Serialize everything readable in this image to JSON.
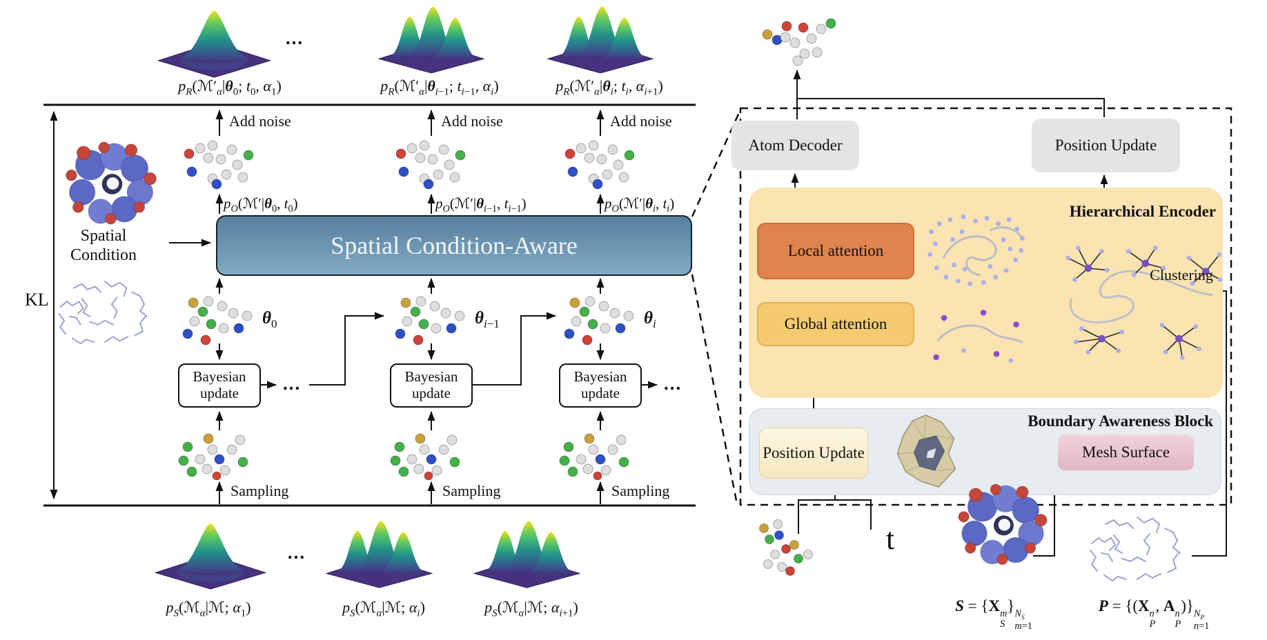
{
  "left_panel": {
    "kl_label": "KL",
    "spatial_condition_label": "Spatial Condition",
    "core_block_label": "Spatial Condition-Aware",
    "add_noise_label": "Add noise",
    "sampling_label": "Sampling",
    "bayesian_update_label": "Bayesian update",
    "ellipsis": "...",
    "top_formulas": [
      "<i>p<sub>R</sub></i>(ℳ′<sub><i>α</i></sub>|<b><i>θ</i></b><sub>0</sub>; <i>t</i><sub>0</sub>, <i>α</i><sub>1</sub>)",
      "<i>p<sub>R</sub></i>(ℳ′<sub><i>α</i></sub>|<b><i>θ</i></b><sub><i>i</i>−1</sub>; <i>t</i><sub><i>i</i>−1</sub>, <i>α<sub>i</sub></i>)",
      "<i>p<sub>R</sub></i>(ℳ′<sub><i>α</i></sub>|<b><i>θ</i></b><sub><i>i</i></sub>; <i>t<sub>i</sub></i>, <i>α</i><sub><i>i</i>+1</sub>)"
    ],
    "observation_formulas": [
      "<i>p<sub>O</sub></i>(ℳ′|<b><i>θ</i></b><sub>0</sub>, <i>t</i><sub>0</sub>)",
      "<i>p<sub>O</sub></i>(ℳ′|<b><i>θ</i></b><sub><i>i</i>−1</sub>, <i>t</i><sub><i>i</i>−1</sub>)",
      "<i>p<sub>O</sub></i>(ℳ′|<b><i>θ</i></b><sub><i>i</i></sub>, <i>t<sub>i</sub></i>)"
    ],
    "theta_labels": [
      "<b><i>θ</i></b><sub>0</sub>",
      "<b><i>θ</i></b><sub><i>i</i>−1</sub>",
      "<b><i>θ</i></b><sub><i>i</i></sub>"
    ],
    "sampler_formulas": [
      "<i>p<sub>S</sub></i>(ℳ<sub><i>α</i></sub>|ℳ; <i>α</i><sub>1</sub>)",
      "<i>p<sub>S</sub></i>(ℳ<sub><i>α</i></sub>|ℳ; <i>α<sub>i</sub></i>)",
      "<i>p<sub>S</sub></i>(ℳ<sub><i>α</i></sub>|ℳ; <i>α</i><sub><i>i</i>+1</sub>)"
    ]
  },
  "right_panel": {
    "atom_decoder_label": "Atom Decoder",
    "position_update_label": "Position Update",
    "hierarchical_encoder_label": "Hierarchical Encoder",
    "local_attention_label": "Local attention",
    "global_attention_label": "Global attention",
    "clustering_label": "Clustering",
    "boundary_block_label": "Boundary Awareness Block",
    "boundary_position_update_label": "Position Update",
    "mesh_surface_label": "Mesh Surface",
    "time_label": "t",
    "surface_set_formula": "<span class='scr'>S</span> = {<b>X</b><span class='ss'><span><i>m</i></span><span><i>S</i></span></span>}<span class='ss'><span><i>N<sub>S</sub></i></span><span><i>m</i>=1</span></span>",
    "protein_graph_formula": "<span class='scr'>P</span> = {(<b>X</b><span class='ss'><span><i>n</i></span><span><i>P</i></span></span>, <b>A</b><span class='ss'><span><i>n</i></span><span><i>P</i></span></span>)}<span class='ss'><span><i>N<sub>P</sub></i></span><span><i>n</i>=1</span></span>"
  },
  "colors": {
    "core_block": "#6e97b3",
    "encoder_bg": "#fbe3b2",
    "local_attention": "#e0834c",
    "global_attention": "#f6cb6f",
    "boundary_bg": "#e7ecf0",
    "boundary_update": "#fdf3d9",
    "mesh_surface": "#e9c5d2",
    "decoder_gray": "#e4e4e4"
  }
}
